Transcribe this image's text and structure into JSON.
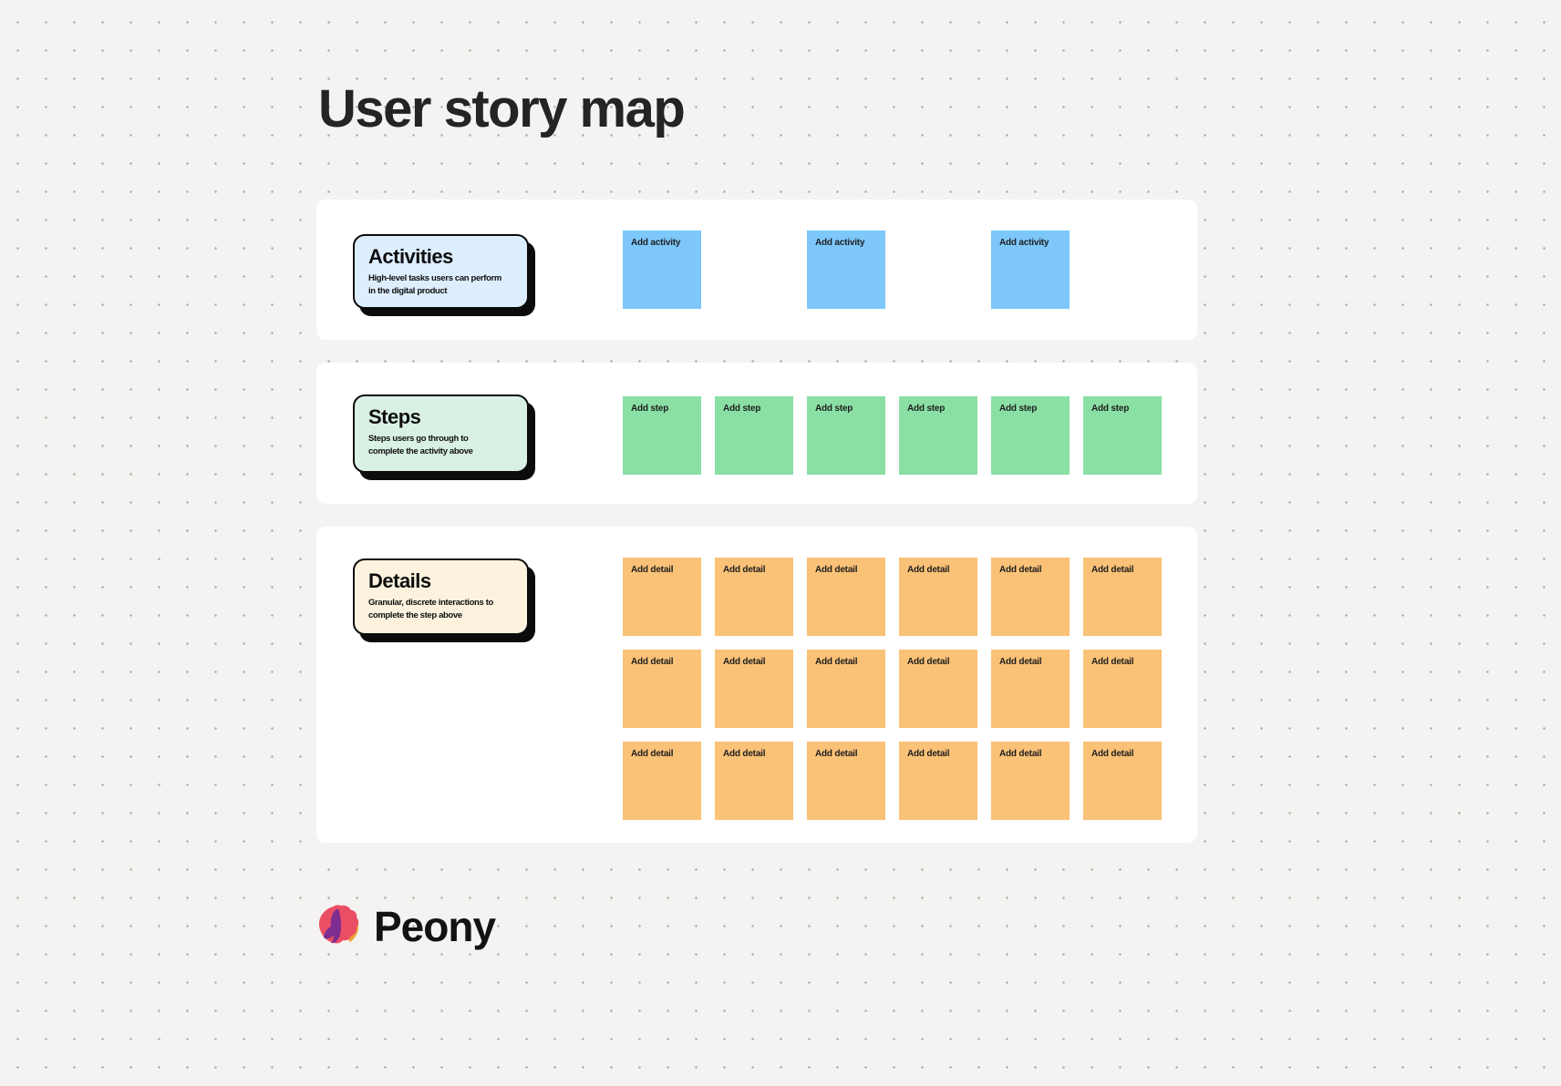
{
  "page": {
    "title": "User story map"
  },
  "brand": {
    "name": "Peony",
    "icon": "peony-flower-icon"
  },
  "colors": {
    "background": "#f4f3f1",
    "dot": "#b0aeab",
    "ink": "#242424",
    "section_bg": "#ffffff",
    "activity_note": "#7dc7fb",
    "step_note": "#8adfa5",
    "detail_note": "#f9c276",
    "activities_card_bg": "#ddeefe",
    "steps_card_bg": "#d9f1e5",
    "details_card_bg": "#fcf2de"
  },
  "rows": [
    {
      "id": "activities",
      "card": {
        "title": "Activities",
        "description": [
          "High-level tasks users can perform",
          "in the digital product"
        ]
      },
      "note_label": "Add activity",
      "note_count": 3
    },
    {
      "id": "steps",
      "card": {
        "title": "Steps",
        "description": [
          "Steps users go through to",
          "complete the activity above"
        ]
      },
      "note_label": "Add step",
      "note_count": 6
    },
    {
      "id": "details",
      "card": {
        "title": "Details",
        "description": [
          "Granular, discrete interactions to",
          "complete the step above"
        ]
      },
      "note_label": "Add detail",
      "note_count": 18
    }
  ]
}
